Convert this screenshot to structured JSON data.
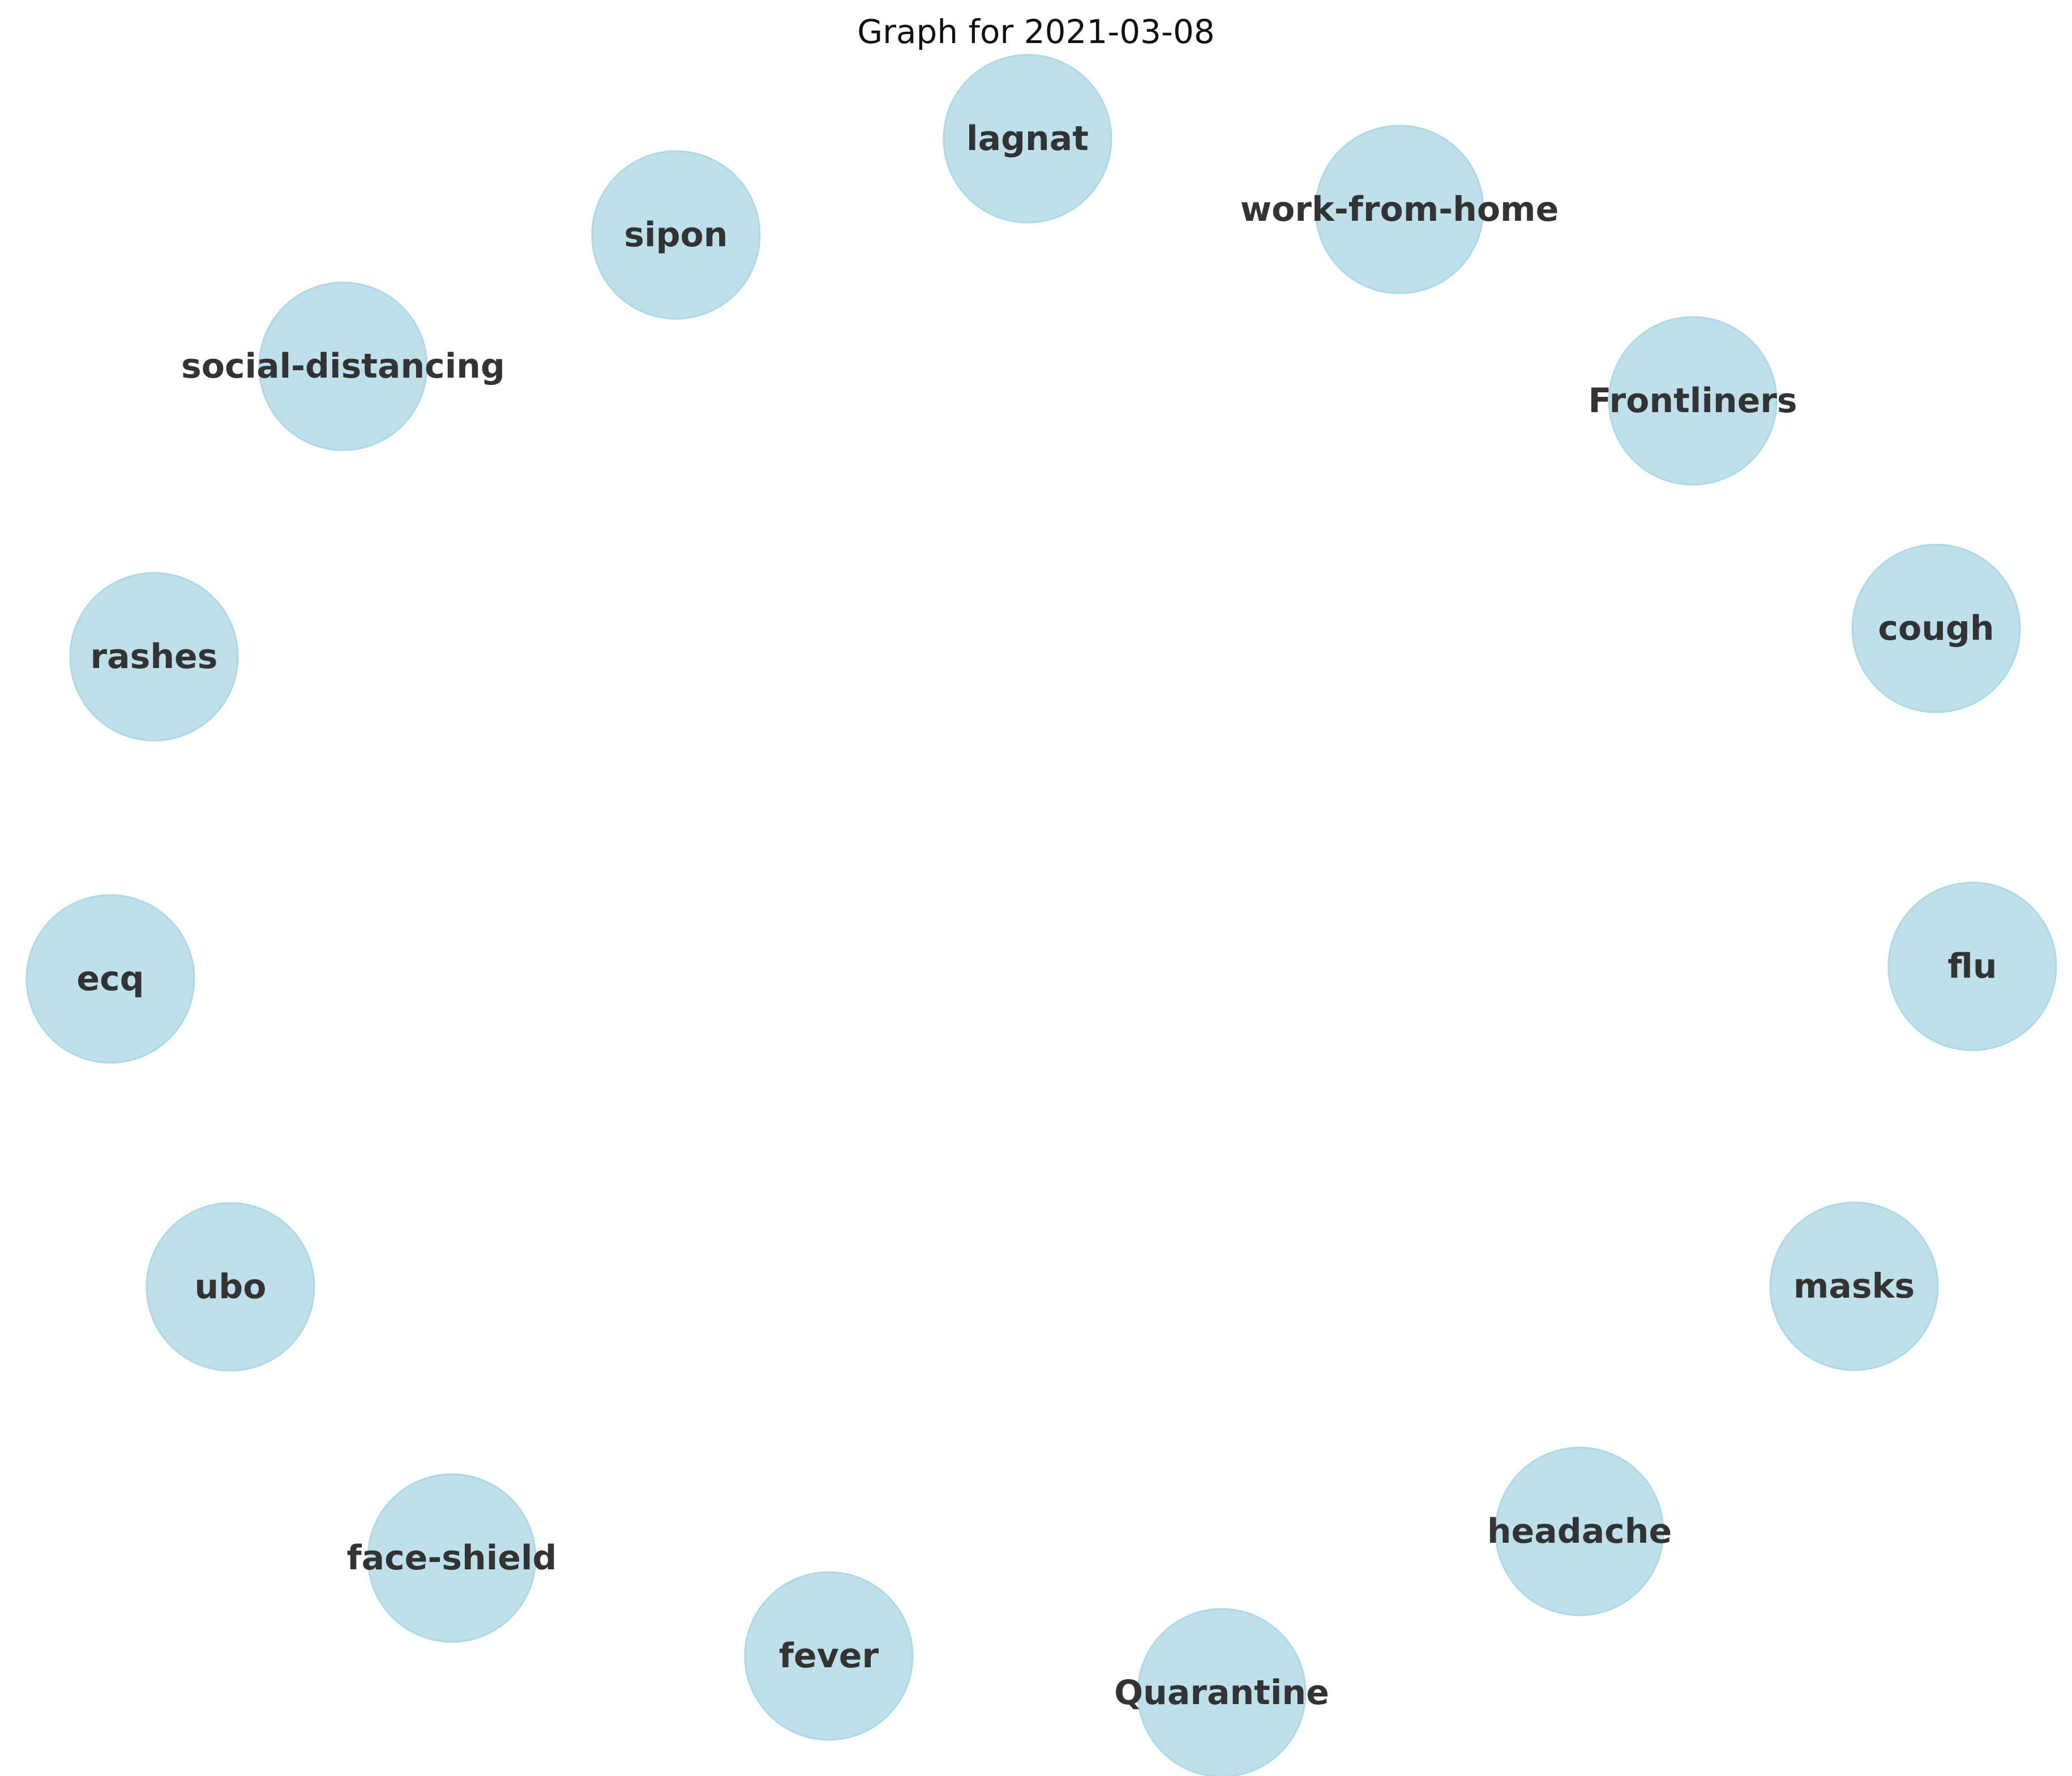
{
  "graph": {
    "title": "Graph for 2021-03-08",
    "node_color": "#add8e6",
    "label_color": "#333333",
    "nodes": [
      {
        "label": "lagnat"
      },
      {
        "label": "work-from-home"
      },
      {
        "label": "Frontliners"
      },
      {
        "label": "cough"
      },
      {
        "label": "flu"
      },
      {
        "label": "masks"
      },
      {
        "label": "headache"
      },
      {
        "label": "Quarantine"
      },
      {
        "label": "fever"
      },
      {
        "label": "face-shield"
      },
      {
        "label": "ubo"
      },
      {
        "label": "ecq"
      },
      {
        "label": "rashes"
      },
      {
        "label": "social-distancing"
      },
      {
        "label": "sipon"
      }
    ],
    "edges": []
  }
}
